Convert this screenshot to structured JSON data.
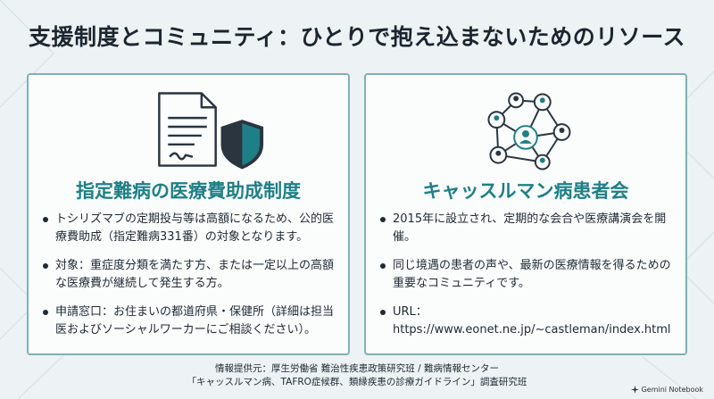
{
  "title": "支援制度とコミュニティ：ひとりで抱え込まないためのリソース",
  "left_card": {
    "icon": "document-shield-icon",
    "heading": "指定難病の医療費助成制度",
    "bullets": [
      "トシリズマブの定期投与等は高額になるため、公的医療費助成（指定難病331番）の対象となります。",
      "対象：重症度分類を満たす方、または一定以上の高額な医療費が継続して発生する方。",
      "申請窓口：お住まいの都道府県・保健所（詳細は担当医およびソーシャルワーカーにご相談ください）。"
    ]
  },
  "right_card": {
    "icon": "people-network-icon",
    "heading": "キャッスルマン病患者会",
    "bullets": [
      "2015年に設立され、定期的な会合や医療講演会を開催。",
      "同じ境遇の患者の声や、最新の医療情報を得るための重要なコミュニティです。",
      "URL：https://www.eonet.ne.jp/~castleman/index.html"
    ]
  },
  "footer": {
    "line1": "情報提供元：厚生労働省 難治性疾患政策研究班 / 難病情報センター",
    "line2": "「キャッスルマン病、TAFRO症候群、類縁疾患の診療ガイドライン」調査研究班"
  },
  "brand": "Gemini Notebook",
  "colors": {
    "accent": "#1f7f86",
    "border": "#7fb0b7",
    "background": "#edf2f4",
    "icon_dark": "#2a3540"
  }
}
